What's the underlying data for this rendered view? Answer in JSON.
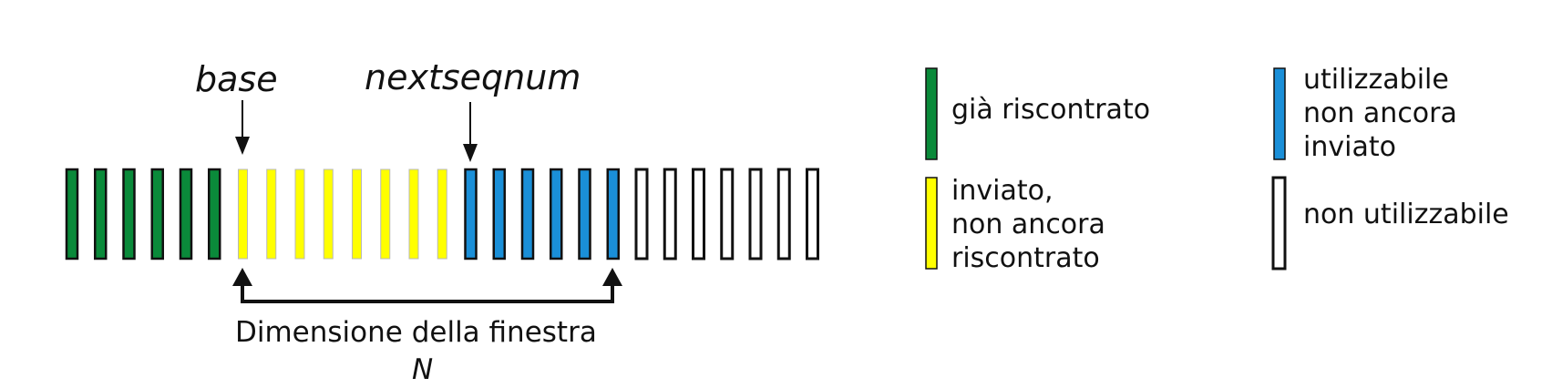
{
  "pointers": {
    "base": "base",
    "nextseqnum": "nextseqnum"
  },
  "window": {
    "label": "Dimensione della finestra",
    "size_label": "N"
  },
  "slots": {
    "counts": {
      "acked": 6,
      "sent_not_acked": 8,
      "usable_not_sent": 6,
      "not_usable": 7
    }
  },
  "legend": {
    "acked": "già riscontrato",
    "sent_not_acked": "inviato,\nnon ancora\nriscontrato",
    "usable_not_sent": "utilizzabile\nnon ancora\ninviato",
    "not_usable": "non utilizzabile"
  },
  "colors": {
    "acked": "#0a8a3a",
    "sent_not_acked": "#ffff00",
    "usable_not_sent": "#1a8fd8",
    "not_usable": "#ffffff",
    "outline": "#111111"
  }
}
